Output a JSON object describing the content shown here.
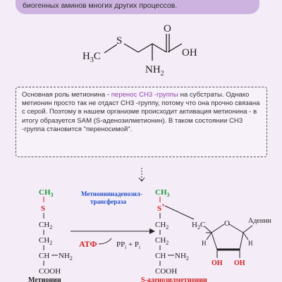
{
  "banner": {
    "text": "биогенных аминов многих других процессов."
  },
  "methionine_structure": {
    "sulfur": "S",
    "methyl": "H",
    "methyl_sub": "3",
    "methyl_c": "C",
    "carbonyl_o": "O",
    "hydroxyl": "OH",
    "amine": "NH",
    "amine_sub": "2"
  },
  "info": {
    "part1": "Основная роль метионина - ",
    "highlight": "перенос СН3 -группы",
    "part2": " на субстраты. Однако метионин просто так не отдаст СН3 -группу, потому что она прочно связана с серой. Поэтому в нашем организме происходит активация метионина - в итогу образуется SAM (S-аденозилметионин). В таком состоянии СН3 -группа становится \"переносимой\"."
  },
  "reaction": {
    "left": {
      "ch3": "CH",
      "ch3_sub": "3",
      "s": "S",
      "ch2": "CH",
      "ch2_sub": "2",
      "ch": "CH",
      "nh2": "NH",
      "nh2_sub": "2",
      "cooh": "COOH",
      "name": "Метионин"
    },
    "enzyme_line1": "Метиониниаденозил-",
    "enzyme_line2": "трансфераза",
    "atp": "АТФ",
    "ppi": "PP",
    "ppi_sub": "i",
    "plus": "+",
    "pi": "P",
    "pi_sub": "i",
    "right": {
      "ch3": "CH",
      "ch3_sub": "3",
      "s": "S",
      "s_charge": "+",
      "ch2": "CH",
      "ch2_sub": "2",
      "ch": "CH",
      "nh2": "NH",
      "nh2_sub": "2",
      "cooh": "COOH",
      "name": "S-аденозилметионин",
      "h2c": "H",
      "h2c_sub": "2",
      "h2c_c": "C",
      "ring_o": "O",
      "adenine": "Аденин",
      "h": "H",
      "oh": "OH"
    }
  },
  "colors": {
    "banner": "#cdb4e0",
    "background": "#f4ecf7",
    "highlight": "#8e44ad",
    "methyl_green": "#1a9a3a",
    "sulfur_red": "#d22020",
    "enzyme_blue": "#1f4fc8",
    "atp_red": "#d22020"
  }
}
